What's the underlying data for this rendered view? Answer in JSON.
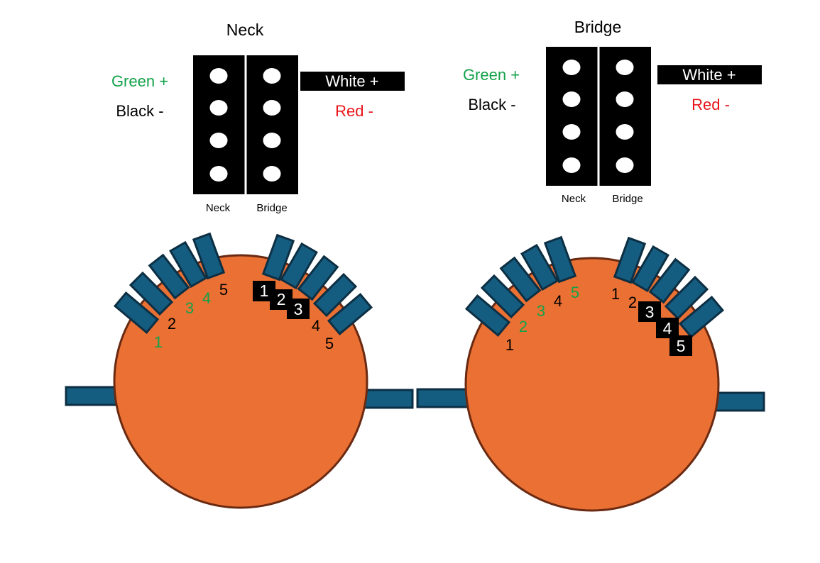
{
  "colors": {
    "green": "#13a24a",
    "red": "#e8151b",
    "black": "#000000",
    "white": "#ffffff",
    "pot_fill": "#ea7033",
    "pot_stroke": "#6a2a12",
    "lug_fill": "#155d80",
    "lug_stroke": "#0c2f44"
  },
  "left": {
    "title": "Neck",
    "green_label": "Green +",
    "black_label": "Black -",
    "white_label": "White +",
    "red_label": "Red -",
    "coil_labels": [
      "Neck",
      "Bridge"
    ],
    "left_lugs": [
      "1",
      "2",
      "3",
      "4",
      "5"
    ],
    "right_lugs": [
      "1",
      "2",
      "3",
      "4",
      "5"
    ]
  },
  "right": {
    "title": "Bridge",
    "green_label": "Green +",
    "black_label": "Black -",
    "white_label": "White +",
    "red_label": "Red -",
    "coil_labels": [
      "Neck",
      "Bridge"
    ],
    "left_lugs": [
      "1",
      "2",
      "3",
      "4",
      "5"
    ],
    "right_lugs": [
      "1",
      "2",
      "3",
      "4",
      "5"
    ]
  }
}
